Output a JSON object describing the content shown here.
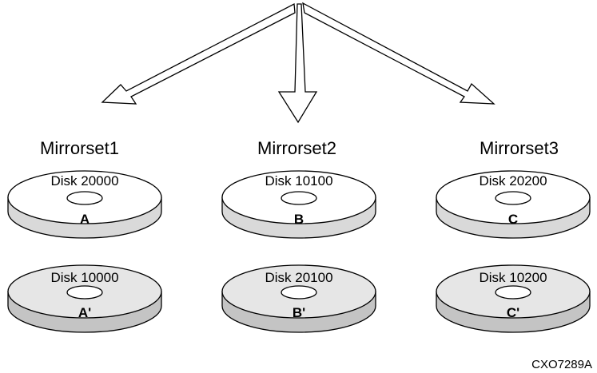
{
  "colors": {
    "primary_disk_fill": "#ffffff",
    "mirror_disk_fill": "#e6e6e6",
    "disk_side_fill": "#d9d9d9",
    "mirror_disk_side_fill": "#c4c4c4",
    "outline": "#000000"
  },
  "mirrorsets": [
    {
      "name": "Mirrorset1",
      "primary": {
        "disk": "Disk 20000",
        "label": "A"
      },
      "mirror": {
        "disk": "Disk 10000",
        "label": "A'"
      }
    },
    {
      "name": "Mirrorset2",
      "primary": {
        "disk": "Disk 10100",
        "label": "B"
      },
      "mirror": {
        "disk": "Disk 20100",
        "label": "B'"
      }
    },
    {
      "name": "Mirrorset3",
      "primary": {
        "disk": "Disk 20200",
        "label": "C"
      },
      "mirror": {
        "disk": "Disk 10200",
        "label": "C'"
      }
    }
  ],
  "figure_id": "CXO7289A"
}
